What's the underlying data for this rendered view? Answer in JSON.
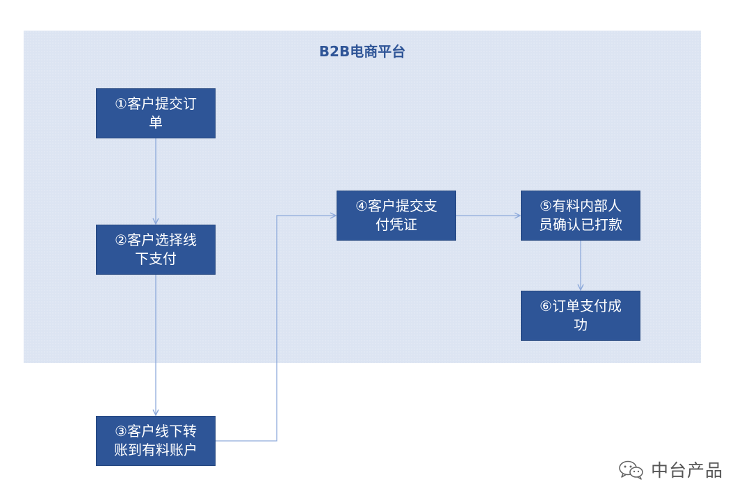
{
  "platform": {
    "title": "B2B电商平台"
  },
  "steps": [
    {
      "id": "step1",
      "label": "①客户提交订\n单"
    },
    {
      "id": "step2",
      "label": "②客户选择线\n下支付"
    },
    {
      "id": "step3",
      "label": "③客户线下转\n账到有料账户"
    },
    {
      "id": "step4",
      "label": "④客户提交支\n付凭证"
    },
    {
      "id": "step5",
      "label": "⑤有料内部人\n员确认已打款"
    },
    {
      "id": "step6",
      "label": "⑥订单支付成\n功"
    }
  ],
  "watermark": {
    "icon": "wechat-icon",
    "text": "中台产品"
  },
  "colors": {
    "platform_bg": "#dce4f2",
    "node_fill": "#2e5597",
    "connector": "#8eaadb",
    "title": "#2f5597"
  }
}
